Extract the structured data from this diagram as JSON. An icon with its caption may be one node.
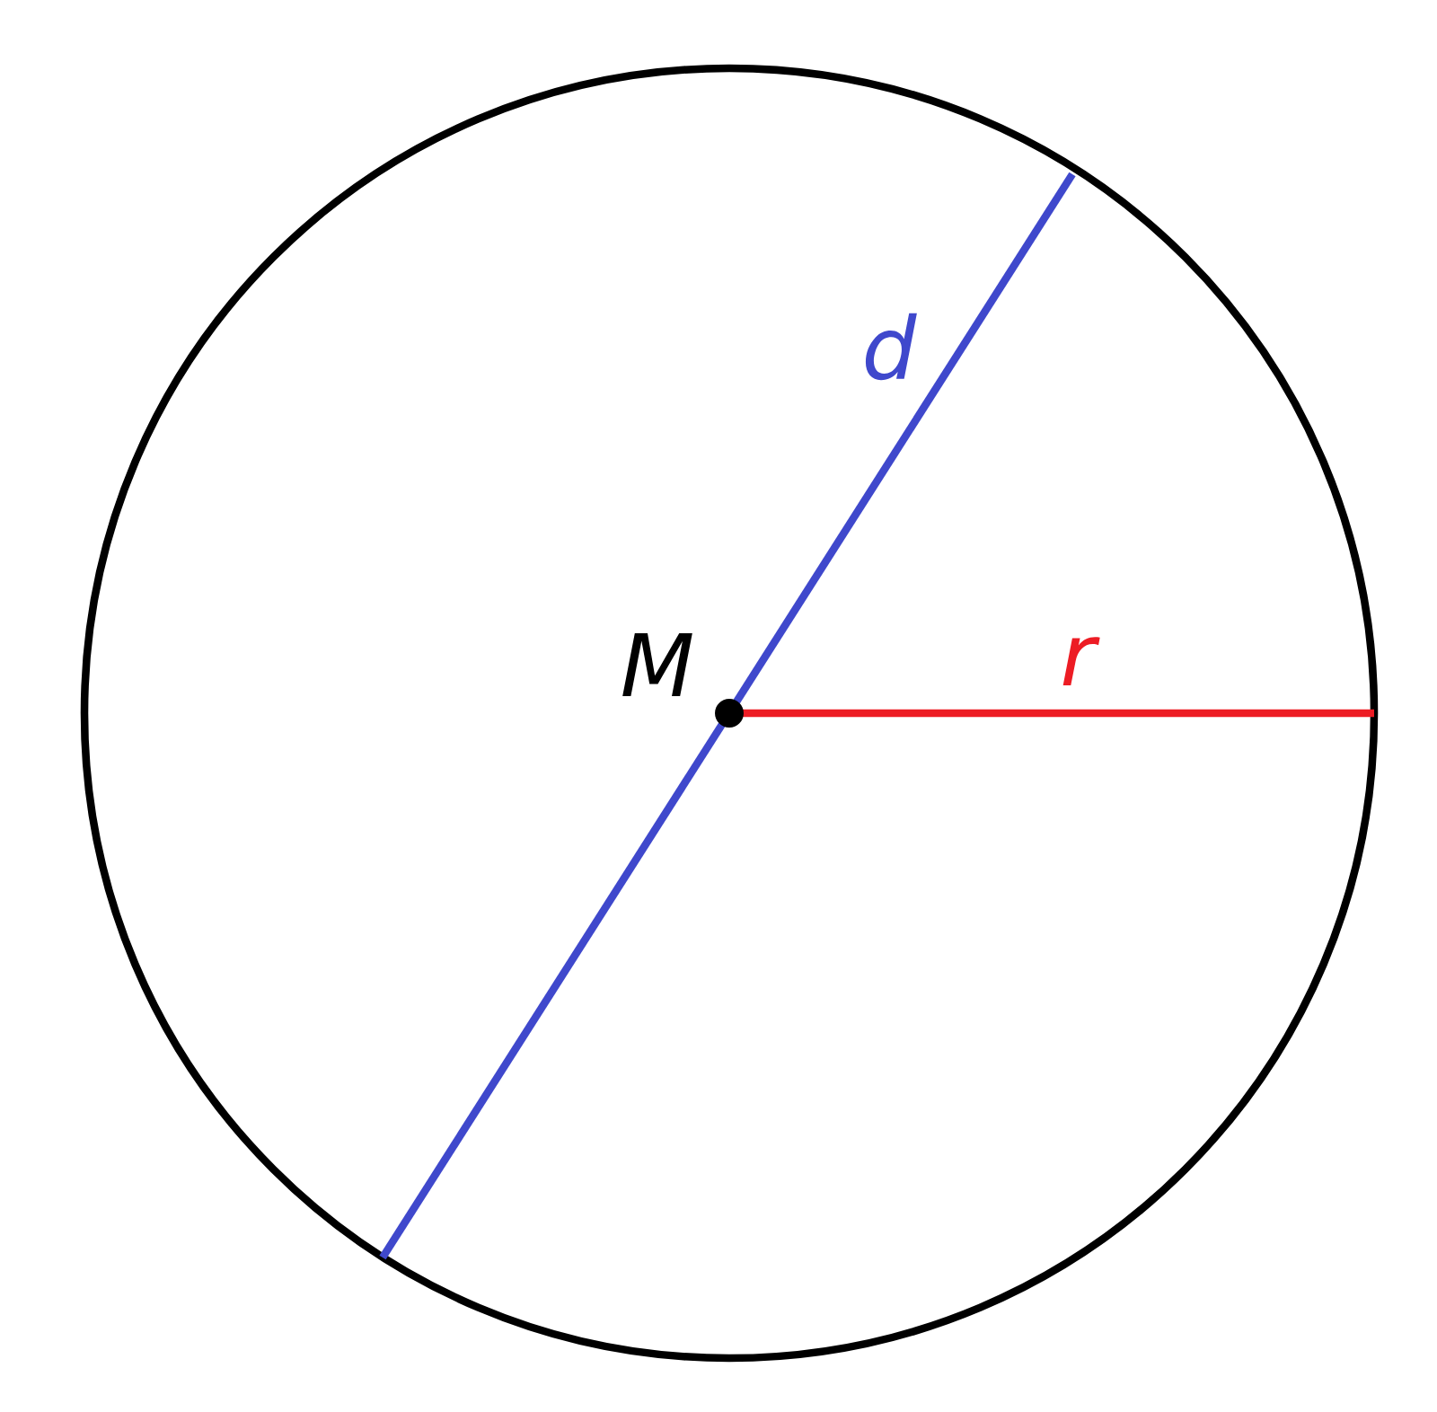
{
  "diagram": {
    "labels": [
      "M",
      "d",
      "r"
    ]
  }
}
